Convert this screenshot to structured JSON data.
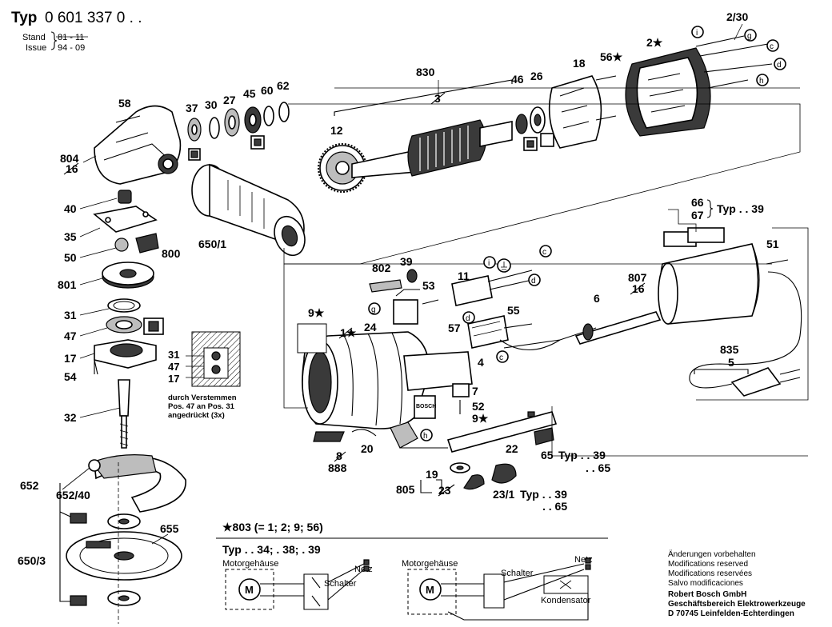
{
  "header": {
    "typ_label": "Typ",
    "typ_number": "0 601 337 0 . .",
    "stand_label": "Stand",
    "issue_label": "Issue",
    "stand_value": "81 - 11",
    "issue_value": "94 - 09"
  },
  "callouts": {
    "c2_30": "2/30",
    "c58": "58",
    "c37": "37",
    "c30": "30",
    "c27": "27",
    "c45": "45",
    "c60": "60",
    "c62": "62",
    "c830": "830",
    "c3": "3",
    "c12": "12",
    "c46": "46",
    "c26": "26",
    "c18": "18",
    "c56": "56★",
    "c2": "2★",
    "c804": "804",
    "c16a": "16",
    "c40": "40",
    "c35": "35",
    "c50": "50",
    "c800": "800",
    "c650_1": "650/1",
    "c801": "801",
    "c31": "31",
    "c47": "47",
    "c17": "17",
    "c54": "54",
    "c32": "32",
    "c31b": "31",
    "c47b": "47",
    "c17b": "17",
    "c66": "66",
    "c67": "67",
    "typ39a": "Typ . . 39",
    "c51": "51",
    "c807": "807",
    "c16b": "16",
    "c802": "802",
    "c39": "39",
    "c53": "53",
    "c11": "11",
    "c9a": "9★",
    "c1": "1★",
    "c24": "24",
    "c55": "55",
    "c57": "57",
    "c4": "4",
    "c6": "6",
    "c835": "835",
    "c5": "5",
    "c7": "7",
    "c52": "52",
    "c9b": "9★",
    "c8": "8",
    "c888": "888",
    "c20": "20",
    "c22": "22",
    "c65": "65",
    "typ39b": "Typ . . 39",
    "dot65a": ". . 65",
    "c19": "19",
    "c805": "805",
    "c23": "23",
    "c23_1": "23/1",
    "typ39c": "Typ . . 39",
    "dot65b": ". . 65",
    "c652": "652",
    "c652_40": "652/40",
    "c655": "655",
    "c650_3": "650/3"
  },
  "circle_refs": {
    "i": "i",
    "g": "g",
    "c": "c",
    "d": "d",
    "h": "h"
  },
  "note_press": {
    "line1": "durch Verstemmen",
    "line2": "Pos. 47 an Pos. 31",
    "line3": "angedrückt (3x)"
  },
  "footnote": {
    "text": "★803 (= 1; 2; 9; 56)"
  },
  "wiring": {
    "typ_line": "Typ . . 34; . 38; . 39",
    "motor_housing_1": "Motorgehäuse",
    "motor_housing_2": "Motorgehäuse",
    "switch_1": "Schalter",
    "switch_2": "Schalter",
    "netz_1": "Netz",
    "netz_2": "Netz",
    "capacitor": "Kondensator",
    "motor_symbol": "M"
  },
  "legal": {
    "l1": "Änderungen vorbehalten",
    "l2": "Modifications reserved",
    "l3": "Modifications reservées",
    "l4": "Salvo modificaciones",
    "l5": "Robert Bosch GmbH",
    "l6": "Geschäftsbereich Elektrowerkzeuge",
    "l7": "D 70745 Leinfelden-Echterdingen"
  },
  "brand_mark": "BOSCH"
}
